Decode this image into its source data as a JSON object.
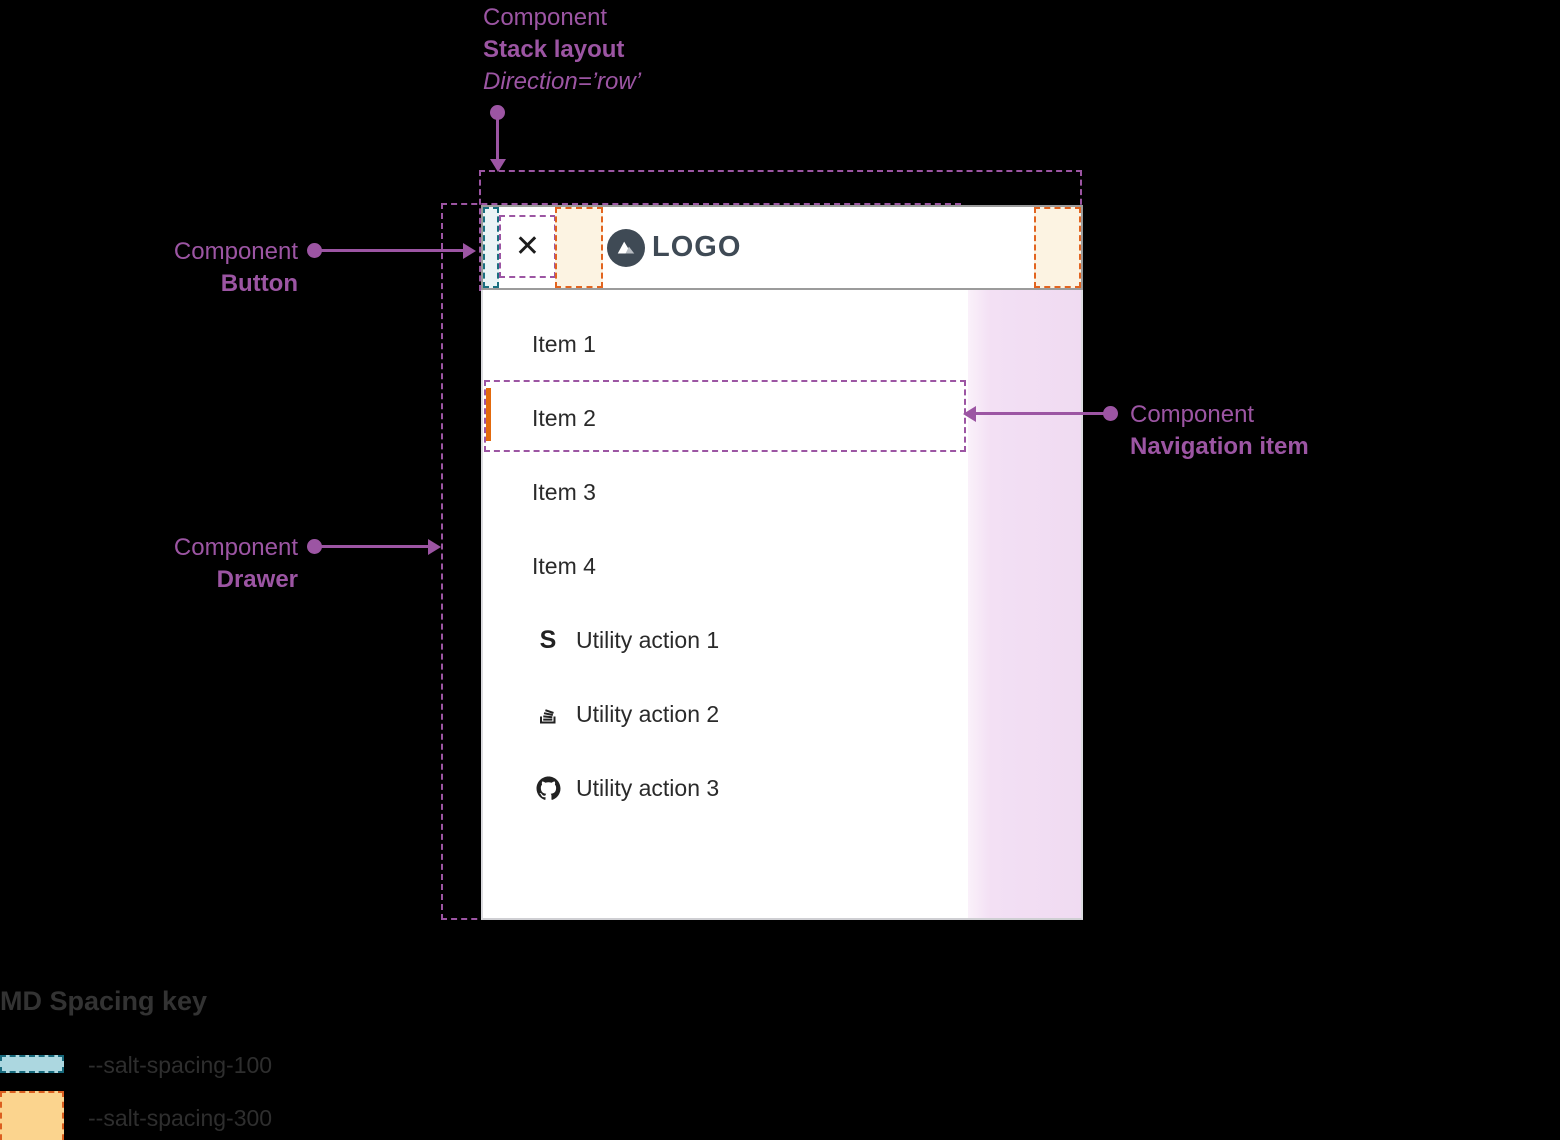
{
  "annotations": {
    "stack_layout": {
      "line1": "Component",
      "line2": "Stack layout",
      "line3": "Direction=’row’"
    },
    "button": {
      "line1": "Component",
      "line2": "Button"
    },
    "drawer": {
      "line1": "Component",
      "line2": "Drawer"
    },
    "navigation_item": {
      "line1": "Component",
      "line2": "Navigation item"
    }
  },
  "app": {
    "header": {
      "close_glyph": "✕",
      "logo_text": "LOGO"
    },
    "drawer": {
      "nav_items": [
        {
          "label": "Item 1",
          "selected": false
        },
        {
          "label": "Item 2",
          "selected": true
        },
        {
          "label": "Item 3",
          "selected": false
        },
        {
          "label": "Item 4",
          "selected": false
        }
      ],
      "utility_items": [
        {
          "icon": "s-icon",
          "label": "Utility action 1"
        },
        {
          "icon": "stack-overflow-icon",
          "label": "Utility action 2"
        },
        {
          "icon": "github-icon",
          "label": "Utility action 3"
        }
      ]
    }
  },
  "legend": {
    "title": "MD Spacing key",
    "items": [
      {
        "token": "--salt-spacing-100",
        "fill": "#ACD7E0",
        "border": "#17697C"
      },
      {
        "token": "--salt-spacing-300",
        "fill": "#FBD48E",
        "border": "#DB5E1F"
      }
    ]
  },
  "colors": {
    "annotation_purple": "#9C55A3",
    "spacing_100_teal": "#1A6F80",
    "spacing_300_orange": "#E2641F",
    "selected_indicator_orange": "#E2690D",
    "logo_slate": "#3F4A55",
    "page_pink": "#F0DBF2",
    "text_dark": "#2A2A2A"
  }
}
